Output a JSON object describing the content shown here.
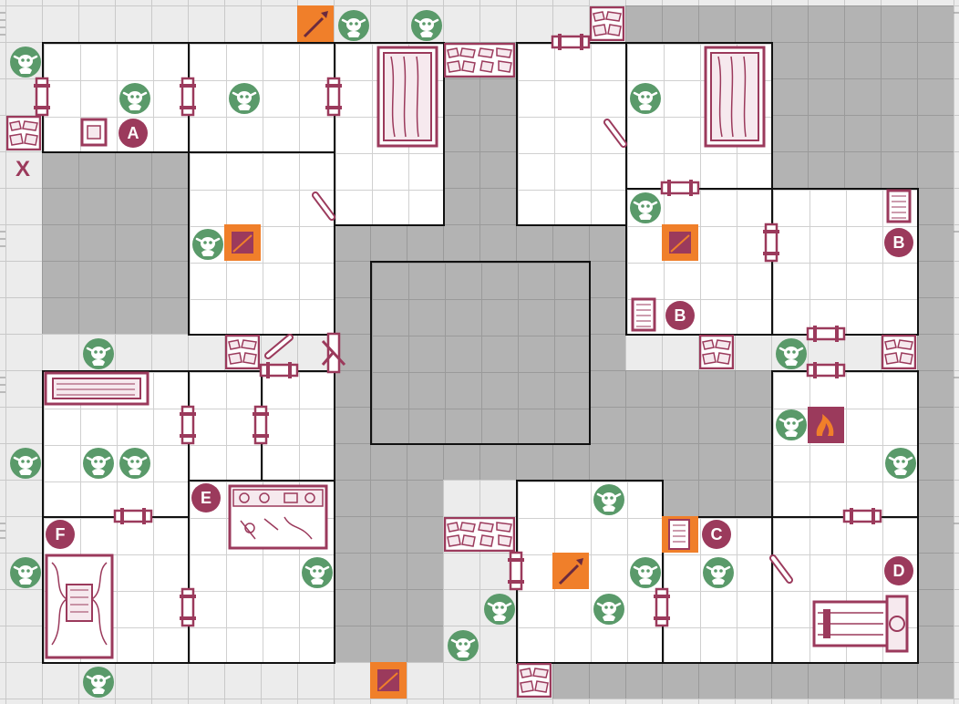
{
  "colors": {
    "monster_green": "#5a9a6a",
    "marker_maroon": "#9b3a5c",
    "trap_orange": "#f07f2a",
    "wall_black": "#111111",
    "rock_gray": "#b3b3b3",
    "corridor_light": "#ececec"
  },
  "markers": {
    "a": "A",
    "b1": "B",
    "b2": "B",
    "c": "C",
    "d": "D",
    "e": "E",
    "f": "F",
    "x": "X"
  },
  "icons": {
    "monster": "goblin-icon",
    "spear_trap": "spear-trap-icon",
    "pit_trap": "pit-trap-icon",
    "rubble": "rubble-icon",
    "door": "door-icon",
    "cupboard": "cupboard-icon",
    "table": "table-icon",
    "alchemist_bench": "alchemist-bench-icon",
    "tomb": "tomb-icon",
    "torture_rack": "torture-rack-icon",
    "fireplace": "fireplace-icon"
  }
}
